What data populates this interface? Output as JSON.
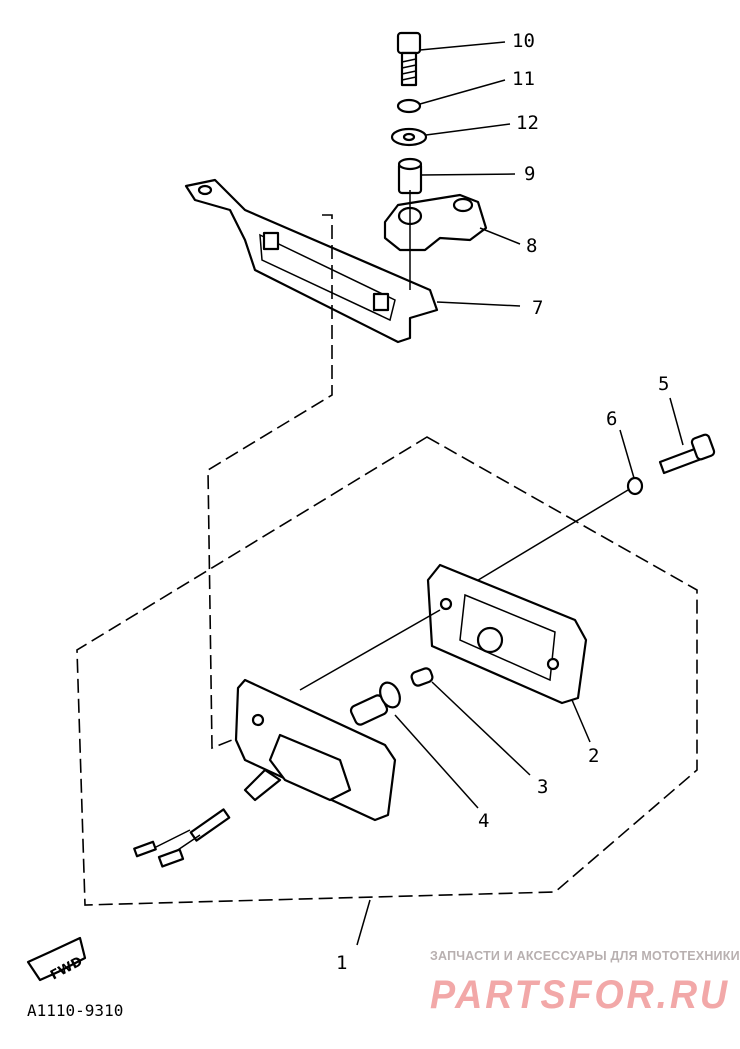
{
  "diagram": {
    "callouts": [
      {
        "id": "callout-10",
        "label": "10"
      },
      {
        "id": "callout-11",
        "label": "11"
      },
      {
        "id": "callout-12",
        "label": "12"
      },
      {
        "id": "callout-9",
        "label": "9"
      },
      {
        "id": "callout-8",
        "label": "8"
      },
      {
        "id": "callout-7",
        "label": "7"
      },
      {
        "id": "callout-5",
        "label": "5"
      },
      {
        "id": "callout-6",
        "label": "6"
      },
      {
        "id": "callout-2",
        "label": "2"
      },
      {
        "id": "callout-3",
        "label": "3"
      },
      {
        "id": "callout-4",
        "label": "4"
      },
      {
        "id": "callout-1",
        "label": "1"
      }
    ],
    "direction_label": "FWD",
    "drawing_code": "A1110-9310"
  },
  "watermark": {
    "tagline": "ЗАПЧАСТИ И АКСЕССУАРЫ ДЛЯ МОТОТЕХНИКИ",
    "brand": "PARTSFOR.RU"
  }
}
